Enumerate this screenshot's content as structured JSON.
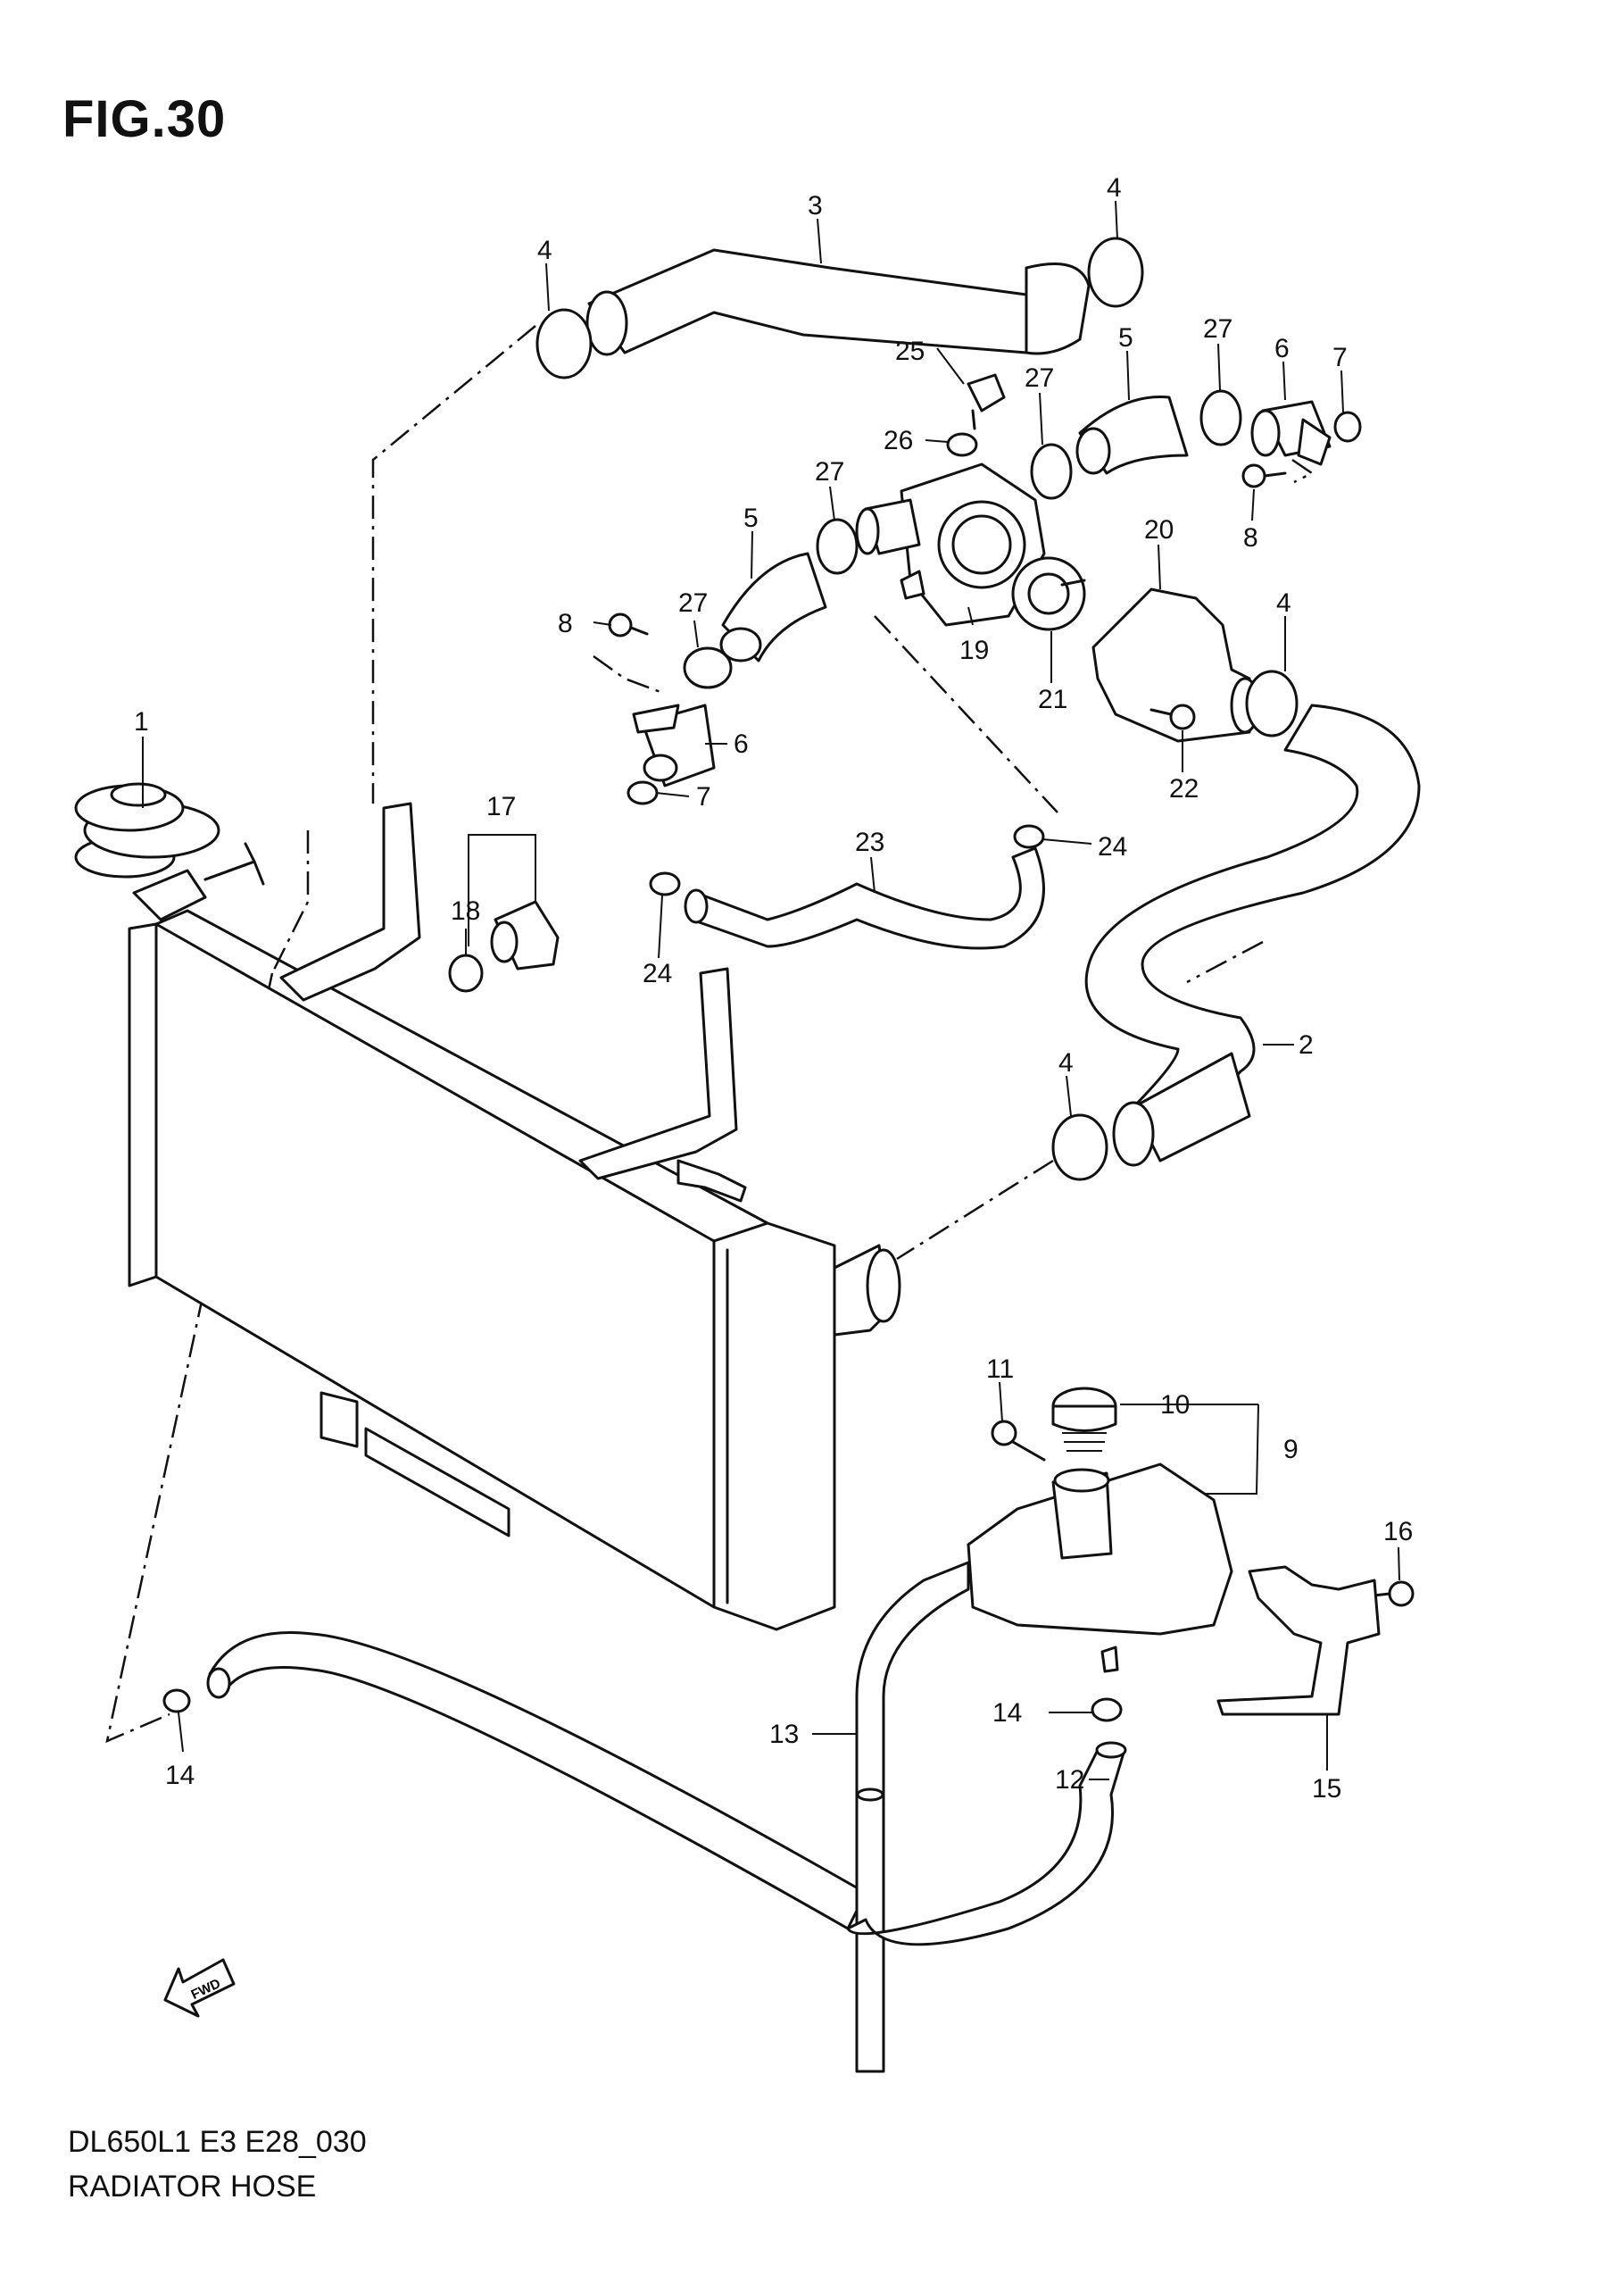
{
  "figure": {
    "title": "FIG.30",
    "code": "DL650L1 E3 E28_030",
    "name": "RADIATOR HOSE"
  },
  "fwd_label": "FWD",
  "callouts": [
    {
      "id": "c1",
      "text": "1"
    },
    {
      "id": "c2",
      "text": "2"
    },
    {
      "id": "c3",
      "text": "3"
    },
    {
      "id": "c4a",
      "text": "4"
    },
    {
      "id": "c4b",
      "text": "4"
    },
    {
      "id": "c4c",
      "text": "4"
    },
    {
      "id": "c4d",
      "text": "4"
    },
    {
      "id": "c5a",
      "text": "5"
    },
    {
      "id": "c5b",
      "text": "5"
    },
    {
      "id": "c6a",
      "text": "6"
    },
    {
      "id": "c6b",
      "text": "6"
    },
    {
      "id": "c7a",
      "text": "7"
    },
    {
      "id": "c7b",
      "text": "7"
    },
    {
      "id": "c8a",
      "text": "8"
    },
    {
      "id": "c8b",
      "text": "8"
    },
    {
      "id": "c9",
      "text": "9"
    },
    {
      "id": "c10",
      "text": "10"
    },
    {
      "id": "c11",
      "text": "11"
    },
    {
      "id": "c12",
      "text": "12"
    },
    {
      "id": "c13",
      "text": "13"
    },
    {
      "id": "c14a",
      "text": "14"
    },
    {
      "id": "c14b",
      "text": "14"
    },
    {
      "id": "c15",
      "text": "15"
    },
    {
      "id": "c16",
      "text": "16"
    },
    {
      "id": "c17",
      "text": "17"
    },
    {
      "id": "c18",
      "text": "18"
    },
    {
      "id": "c19",
      "text": "19"
    },
    {
      "id": "c20",
      "text": "20"
    },
    {
      "id": "c21",
      "text": "21"
    },
    {
      "id": "c22",
      "text": "22"
    },
    {
      "id": "c23",
      "text": "23"
    },
    {
      "id": "c24a",
      "text": "24"
    },
    {
      "id": "c24b",
      "text": "24"
    },
    {
      "id": "c25",
      "text": "25"
    },
    {
      "id": "c26",
      "text": "26"
    },
    {
      "id": "c27a",
      "text": "27"
    },
    {
      "id": "c27b",
      "text": "27"
    },
    {
      "id": "c27c",
      "text": "27"
    },
    {
      "id": "c27d",
      "text": "27"
    }
  ]
}
